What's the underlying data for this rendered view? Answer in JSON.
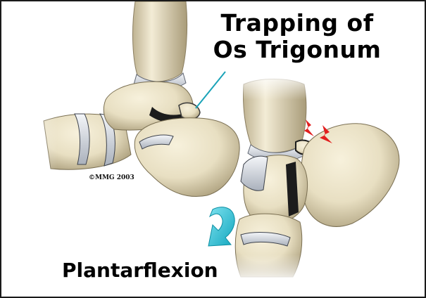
{
  "figure": {
    "title_line1": "Trapping of",
    "title_line2": "Os Trigonum",
    "copyright": "©MMG 2003",
    "caption": "Plantarflexion"
  },
  "colors": {
    "bone": "#e8dfc2",
    "bone_shadow": "#b8ac8a",
    "cartilage": "#e2e6ec",
    "arrow": "#28c6dc",
    "pain_marks": "#e21f1f",
    "pointer_line": "#1aa3b8"
  },
  "icons": {
    "motion_arrow": "curved-arrow-icon",
    "pain": "lightning-bolt-icon"
  }
}
